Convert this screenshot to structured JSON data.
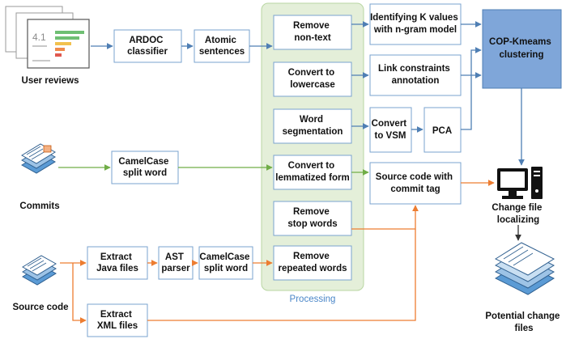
{
  "colors": {
    "blue_arrow": "#4f7fb4",
    "green_arrow": "#70ad47",
    "orange_arrow": "#ed7d31",
    "processing_panel": "#e4efd9",
    "cluster_box": "#7fa6d9",
    "processing_label": "#4a86c8"
  },
  "inputs": {
    "user_reviews": "User reviews",
    "commits": "Commits",
    "source_code": "Source code"
  },
  "review_thumbnail_rating": "4.1",
  "pipeline": {
    "ardoc": [
      "ARDOC",
      "classifier"
    ],
    "atomic": [
      "Atomic",
      "sentences"
    ],
    "camelcase_commits": [
      "CamelCase",
      "split word"
    ],
    "extract_java": [
      "Extract",
      "Java files"
    ],
    "ast": [
      "AST",
      "parser"
    ],
    "camelcase_source": [
      "CamelCase",
      "split word"
    ],
    "extract_xml": [
      "Extract",
      "XML files"
    ]
  },
  "processing": {
    "label": "Processing",
    "steps": [
      [
        "Remove",
        "non-text"
      ],
      [
        "Convert to",
        "lowercase"
      ],
      [
        "Word",
        "segmentation"
      ],
      [
        "Convert to",
        "lemmatized form"
      ],
      [
        "Remove",
        "stop words"
      ],
      [
        "Remove",
        "repeated words"
      ]
    ]
  },
  "analysis": {
    "k_values": [
      "Identifying K values",
      "with n-gram model"
    ],
    "link_constraints": [
      "Link constraints",
      "annotation"
    ],
    "vsm": [
      "Convert",
      "to VSM"
    ],
    "pca": [
      "PCA"
    ],
    "source_commit": [
      "Source code with",
      "commit tag"
    ]
  },
  "clustering": [
    "COP-Kmeams",
    "clustering"
  ],
  "outputs": {
    "change_file": [
      "Change file",
      "localizing"
    ],
    "potential": [
      "Potential change",
      "files"
    ]
  }
}
